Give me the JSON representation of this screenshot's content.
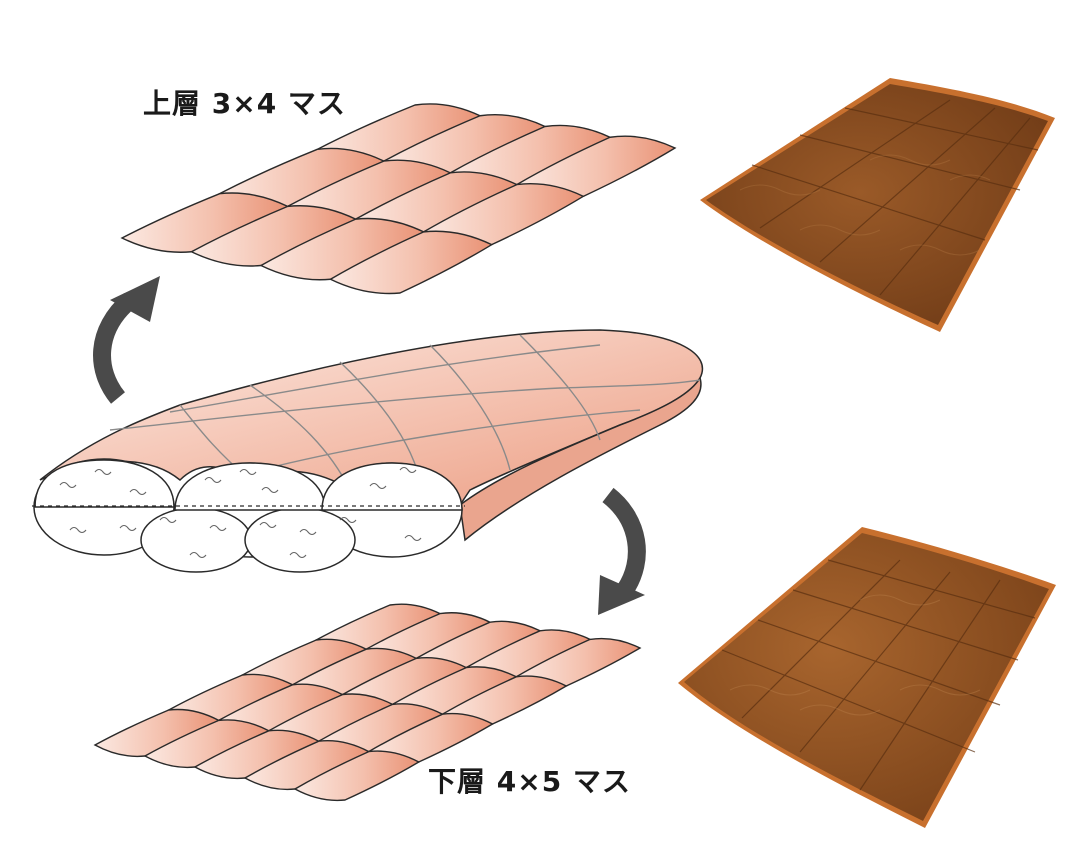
{
  "labels": {
    "upper_layer": "上層 3×4 マス",
    "lower_layer": "下層 4×5 マス"
  },
  "layers": {
    "upper": {
      "rows": 3,
      "cols": 4
    },
    "lower": {
      "rows": 4,
      "cols": 5
    }
  },
  "colors": {
    "quilt_light": "#fbe4dc",
    "quilt_mid": "#f3b8a5",
    "quilt_dark": "#e88e72",
    "outline": "#2a2a2a",
    "arrow": "#4a4a4a",
    "mat_brown": "#8a4f22",
    "mat_edge": "#c8702e"
  },
  "icons": [
    "arrow-up-curved-icon",
    "arrow-down-curved-icon"
  ]
}
